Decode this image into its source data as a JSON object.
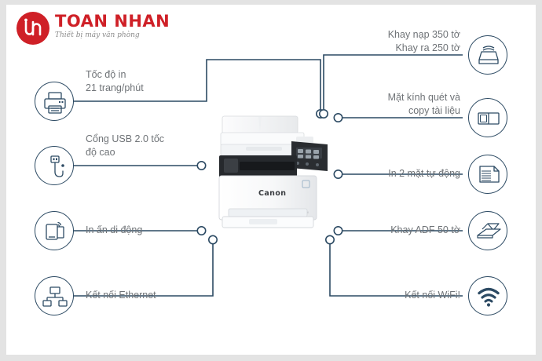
{
  "brand": {
    "logo_icon": "toan-nhan-monogram-icon",
    "name": "TOAN NHAN",
    "tagline": "Thiết bị máy văn phòng",
    "name_color": "#cf2027"
  },
  "product": {
    "image_name": "canon-multifunction-printer",
    "maker_label": "Canon"
  },
  "theme": {
    "line_color": "#2c4a63",
    "label_color": "#6f7377",
    "page_background": "#ffffff",
    "outer_background": "#e3e3e3"
  },
  "features": {
    "left": [
      {
        "id": "print-speed",
        "icon": "printer-icon",
        "lines": [
          "Tốc độ in",
          "21 trang/phút"
        ],
        "text": "Tốc độ in\n21 trang/phút"
      },
      {
        "id": "usb-port",
        "icon": "usb-icon",
        "lines": [
          "Cổng USB 2.0 tốc",
          "độ cao"
        ],
        "text": "Cổng USB 2.0 tốc\nđộ cao"
      },
      {
        "id": "mobile-printing",
        "icon": "mobile-print-icon",
        "lines": [
          "In ấn di động"
        ],
        "text": "In ấn di động"
      },
      {
        "id": "ethernet",
        "icon": "ethernet-icon",
        "lines": [
          "Kết nối Ethernet"
        ],
        "text": "Kết nối Ethernet"
      }
    ],
    "right": [
      {
        "id": "paper-trays",
        "icon": "paper-tray-icon",
        "lines": [
          "Khay nạp 350 tờ",
          "Khay ra 250 tờ"
        ],
        "text": "Khay nạp 350 tờ\nKhay ra 250 tờ"
      },
      {
        "id": "scanner-glass",
        "icon": "flatbed-scanner-icon",
        "lines": [
          "Mặt kính quét và",
          "copy tài liệu"
        ],
        "text": "Mặt kính quét và\ncopy tài liệu"
      },
      {
        "id": "duplex-print",
        "icon": "duplex-print-icon",
        "lines": [
          "In 2 mặt tự động"
        ],
        "text": "In 2 mặt tự động"
      },
      {
        "id": "adf-tray",
        "icon": "adf-tray-icon",
        "lines": [
          "Khay ADF 50 tờ"
        ],
        "text": "Khay ADF 50 tờ"
      },
      {
        "id": "wifi",
        "icon": "wifi-icon",
        "lines": [
          "Kết nối WiFi!"
        ],
        "text": "Kết nối WiFi!"
      }
    ]
  }
}
